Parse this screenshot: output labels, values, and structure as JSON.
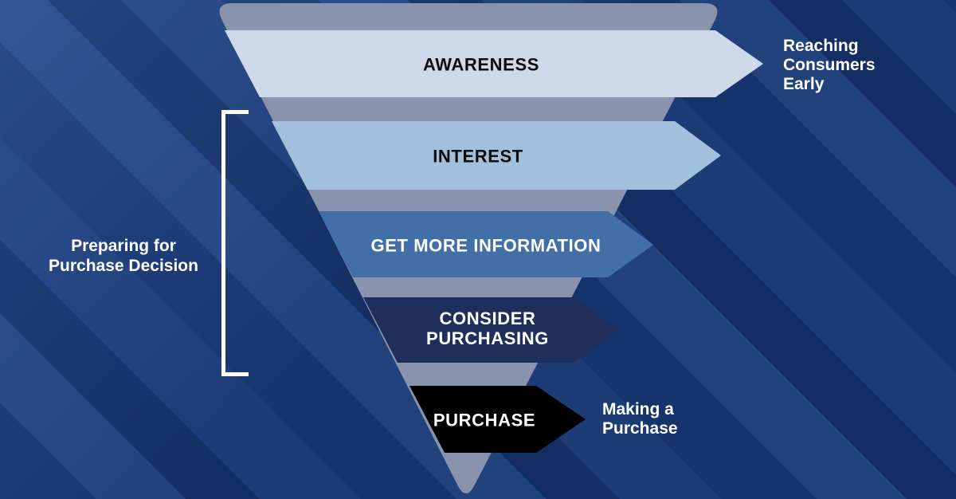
{
  "background": {
    "base_color": "#16336C",
    "stripe_highlight_color": "#2A5296"
  },
  "funnel": {
    "body_color": "#8A93AE",
    "levels": [
      {
        "id": "awareness",
        "label": "AWARENESS",
        "color": "#CDD8E8",
        "text_color": "#0D0D0D"
      },
      {
        "id": "interest",
        "label": "INTEREST",
        "color": "#A2C0DC",
        "text_color": "#0D0D0D"
      },
      {
        "id": "get-more-information",
        "label": "GET MORE INFORMATION",
        "color": "#4270A6",
        "text_color": "#FFFFFF"
      },
      {
        "id": "consider-purchasing",
        "label": "CONSIDER PURCHASING",
        "lines": [
          "CONSIDER",
          "PURCHASING"
        ],
        "color": "#202E5C",
        "text_color": "#FFFFFF"
      },
      {
        "id": "purchase",
        "label": "PURCHASE",
        "color": "#010101",
        "text_color": "#FFFFFF"
      }
    ]
  },
  "annotations": {
    "top_right": {
      "lines": [
        "Reaching",
        "Consumers",
        "Early"
      ],
      "color": "#FFFFFF"
    },
    "left": {
      "lines": [
        "Preparing for",
        "Purchase Decision"
      ],
      "color": "#FFFFFF"
    },
    "bottom_right": {
      "lines": [
        "Making a",
        "Purchase"
      ],
      "color": "#FFFFFF"
    }
  }
}
